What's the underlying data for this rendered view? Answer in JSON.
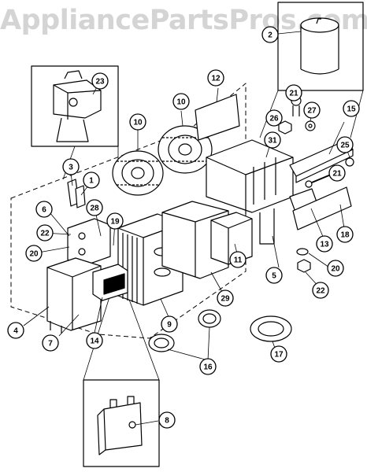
{
  "watermark": "AppliancePartsPros.com",
  "callouts": [
    {
      "n": "1"
    },
    {
      "n": "2"
    },
    {
      "n": "3"
    },
    {
      "n": "4"
    },
    {
      "n": "5"
    },
    {
      "n": "6"
    },
    {
      "n": "7"
    },
    {
      "n": "8"
    },
    {
      "n": "9"
    },
    {
      "n": "10"
    },
    {
      "n": "10"
    },
    {
      "n": "11"
    },
    {
      "n": "12"
    },
    {
      "n": "13"
    },
    {
      "n": "14"
    },
    {
      "n": "15"
    },
    {
      "n": "16"
    },
    {
      "n": "17"
    },
    {
      "n": "18"
    },
    {
      "n": "19"
    },
    {
      "n": "20"
    },
    {
      "n": "20"
    },
    {
      "n": "21"
    },
    {
      "n": "21"
    },
    {
      "n": "22"
    },
    {
      "n": "22"
    },
    {
      "n": "23"
    },
    {
      "n": "25"
    },
    {
      "n": "26"
    },
    {
      "n": "27"
    },
    {
      "n": "28"
    },
    {
      "n": "29"
    },
    {
      "n": "31"
    }
  ]
}
